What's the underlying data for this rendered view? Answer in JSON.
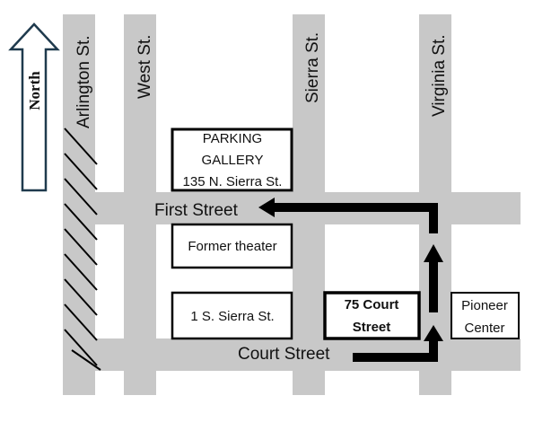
{
  "compass": {
    "label": "North",
    "icon": "north-arrow-icon"
  },
  "streets": {
    "arlington": "Arlington St.",
    "west": "West St.",
    "sierra": "Sierra St.",
    "virginia": "Virginia St.",
    "first": "First Street",
    "court": "Court Street"
  },
  "buildings": {
    "parking": {
      "line1": "PARKING",
      "line2": "GALLERY",
      "line3": "135 N. Sierra St."
    },
    "theater": {
      "label": "Former theater"
    },
    "south_sierra": {
      "label": "1 S. Sierra St."
    },
    "court75": {
      "line1": "75 Court",
      "line2": "Street"
    },
    "pioneer": {
      "line1": "Pioneer",
      "line2": "Center"
    }
  },
  "colors": {
    "road": "#c8c8c8",
    "route": "#000000",
    "compass_arrow": "#1f3a4d"
  }
}
